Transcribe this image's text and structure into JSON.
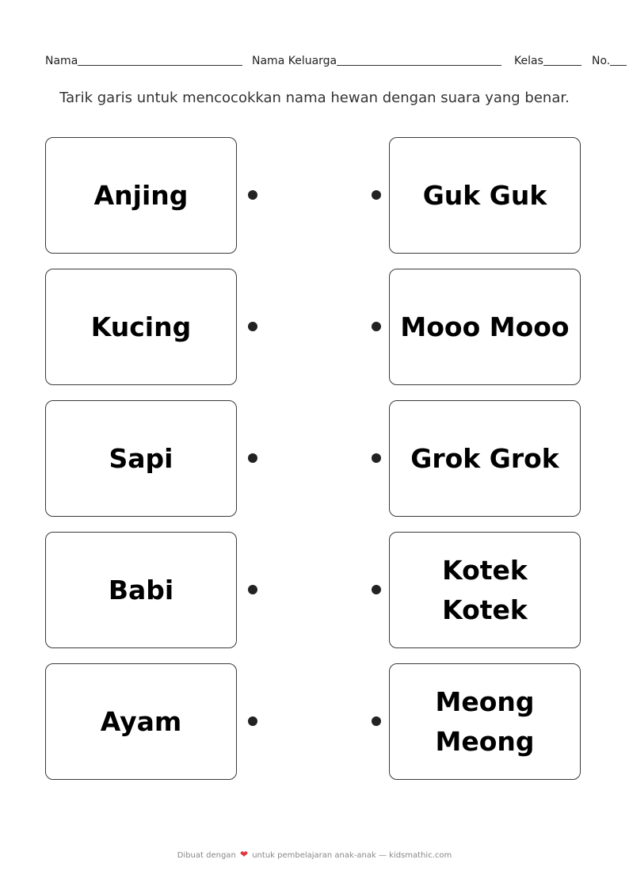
{
  "header": {
    "name_label": "Nama",
    "family_label": "Nama Keluarga",
    "class_label": "Kelas",
    "number_label": "No."
  },
  "instruction": "Tarik garis untuk mencocokkan nama hewan dengan suara yang benar.",
  "animals": [
    "Anjing",
    "Kucing",
    "Sapi",
    "Babi",
    "Ayam"
  ],
  "sounds": [
    "Guk Guk",
    "Mooo Mooo",
    "Grok Grok",
    "Kotek Kotek",
    "Meong Meong"
  ],
  "footer": {
    "before_heart": "Dibuat dengan",
    "heart_icon": "heart-icon",
    "after_heart": "untuk pembelajaran anak-anak — kidsmathic.com"
  }
}
